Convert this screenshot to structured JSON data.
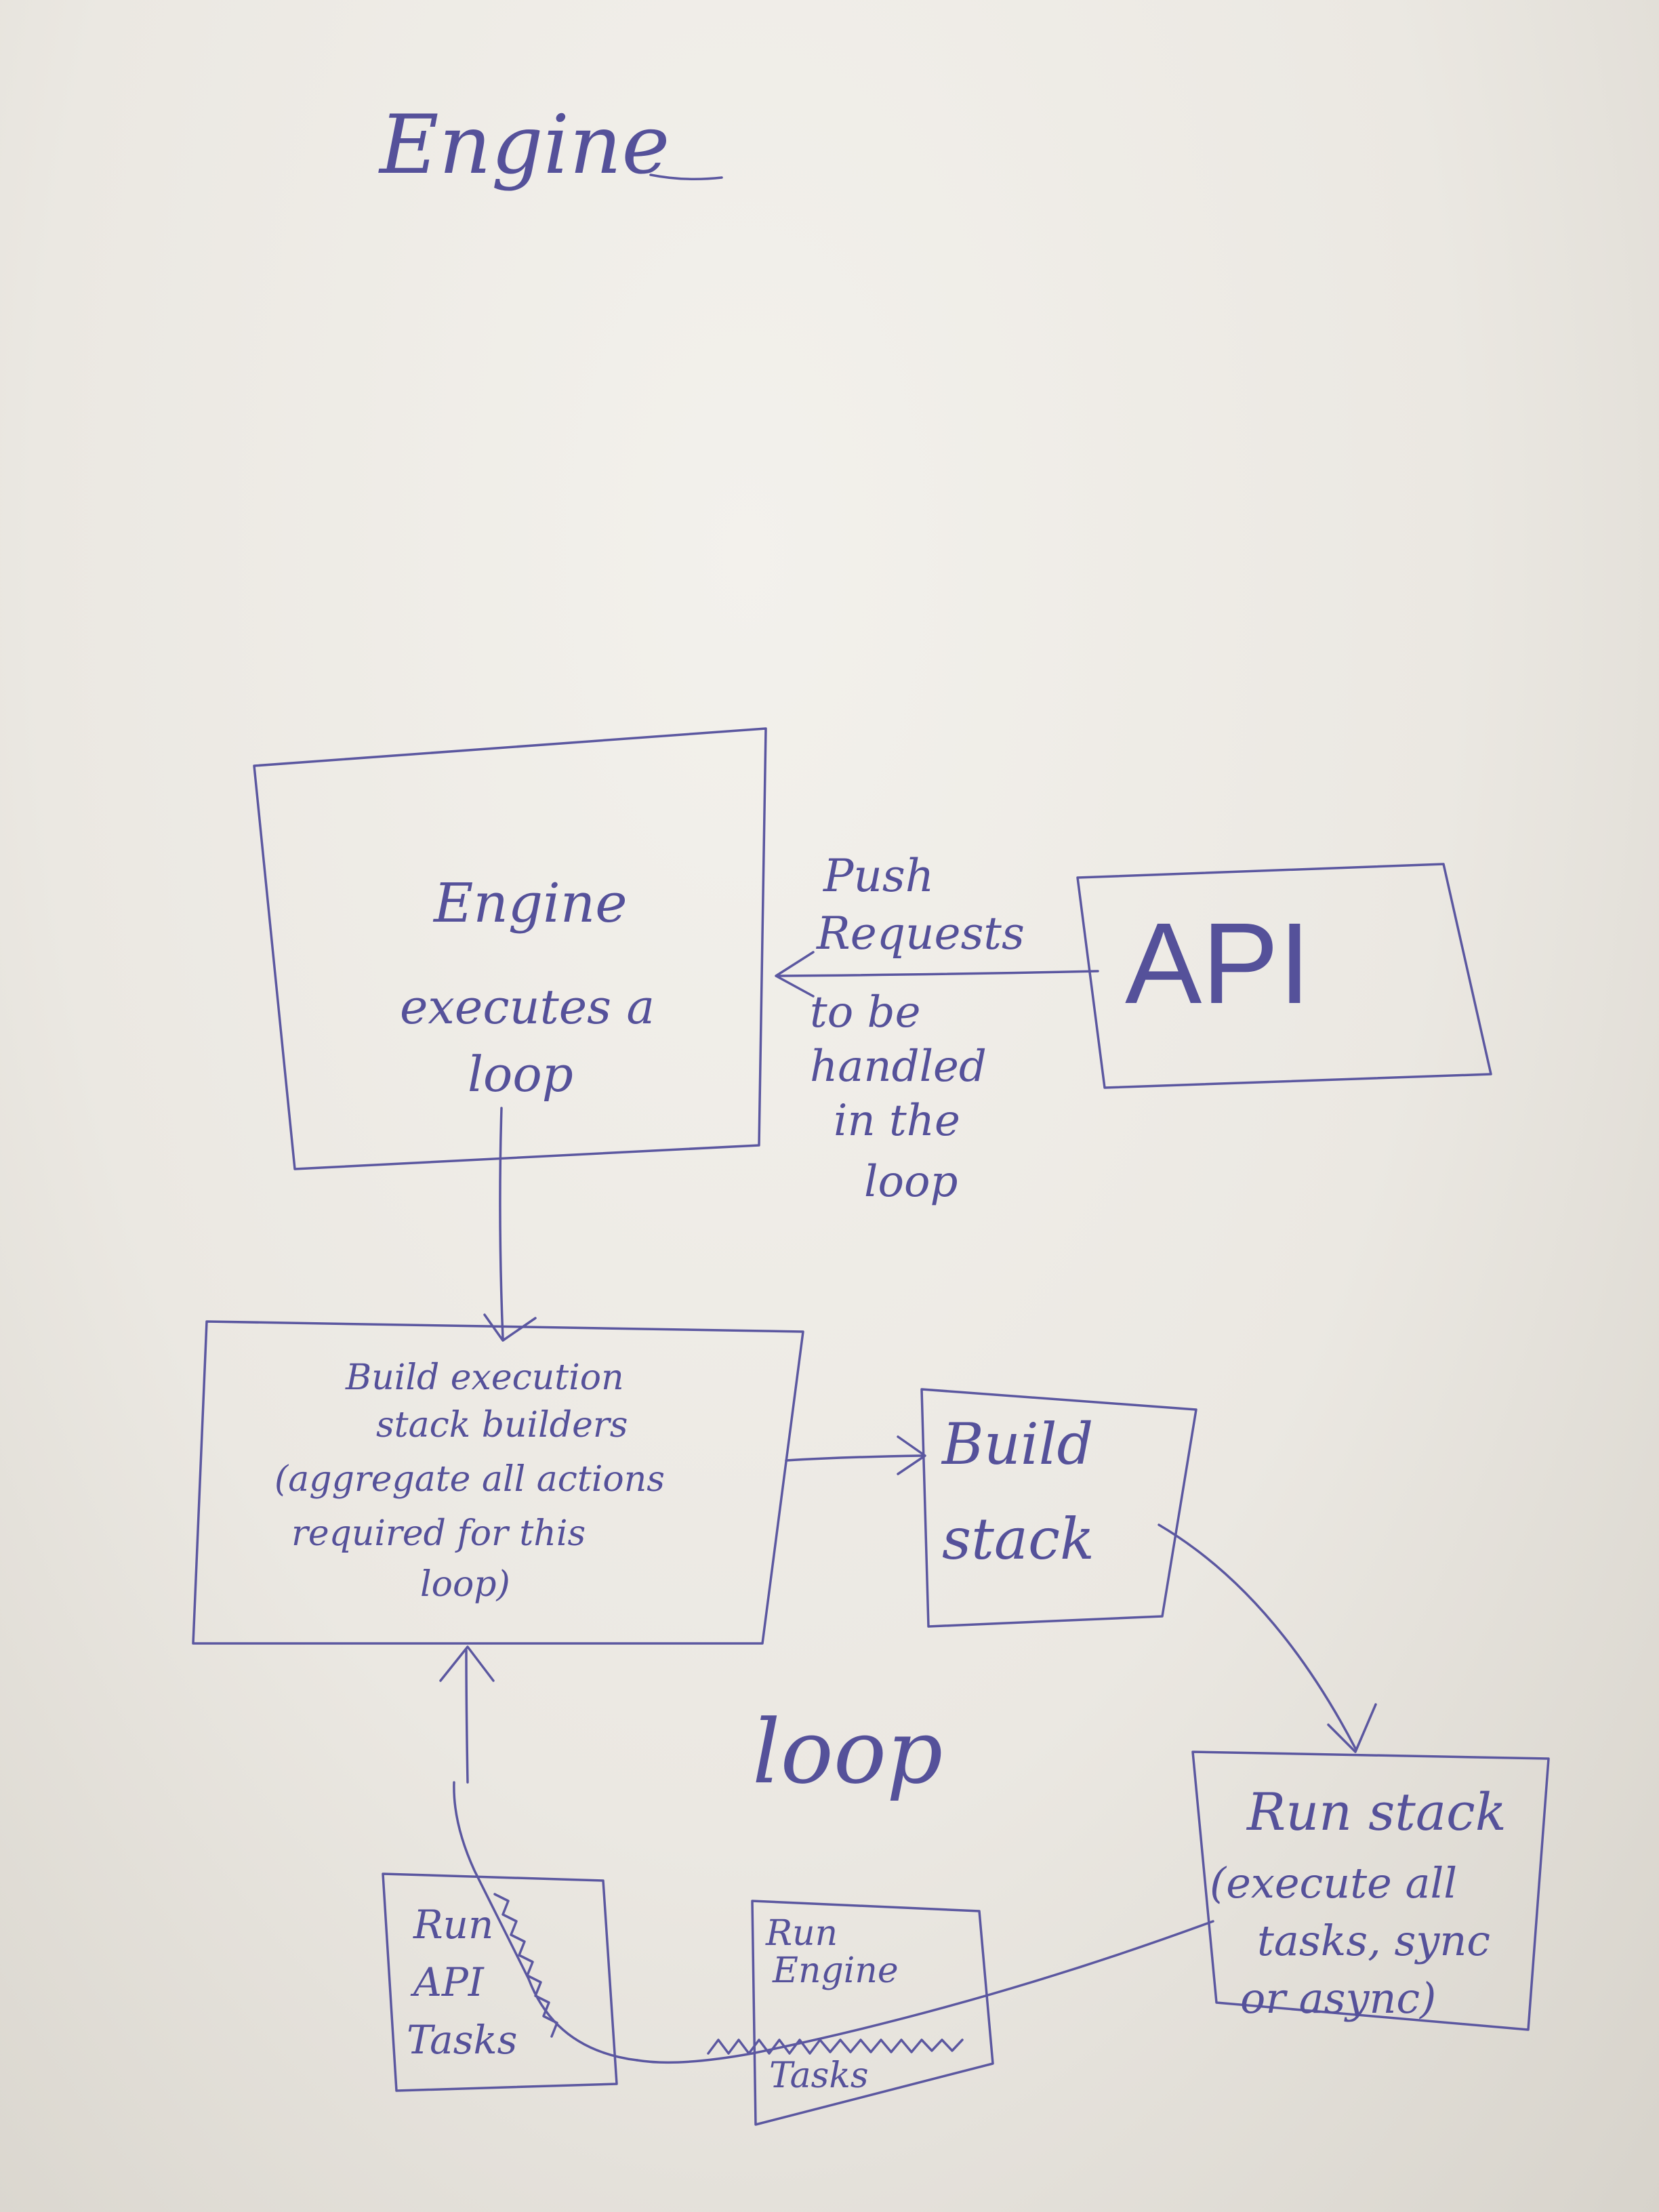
{
  "title": "Engine",
  "nodes": {
    "engine": {
      "lines": [
        "Engine",
        "executes a",
        "loop"
      ]
    },
    "api": {
      "label": "API"
    },
    "builders": {
      "lines": [
        "Build execution",
        "stack builders",
        "(aggregate all actions",
        "required for this",
        "loop)"
      ]
    },
    "build_stack": {
      "lines": [
        "Build",
        "stack"
      ]
    },
    "run_stack": {
      "lines": [
        "Run stack",
        "(execute all",
        "tasks, sync",
        "or async)"
      ]
    },
    "run_api_tasks": {
      "lines": [
        "Run",
        "API",
        "Tasks"
      ]
    },
    "run_engine_tasks": {
      "lines": [
        "Run",
        "Engine",
        "Tasks"
      ]
    }
  },
  "edges": {
    "push_label_top": [
      "Push",
      "Requests"
    ],
    "push_label_bottom": [
      "to be",
      "handled",
      "in the",
      "loop"
    ]
  },
  "center_label": "loop",
  "colors": {
    "ink": "#5b57a0",
    "paper": "#f1efe9"
  }
}
